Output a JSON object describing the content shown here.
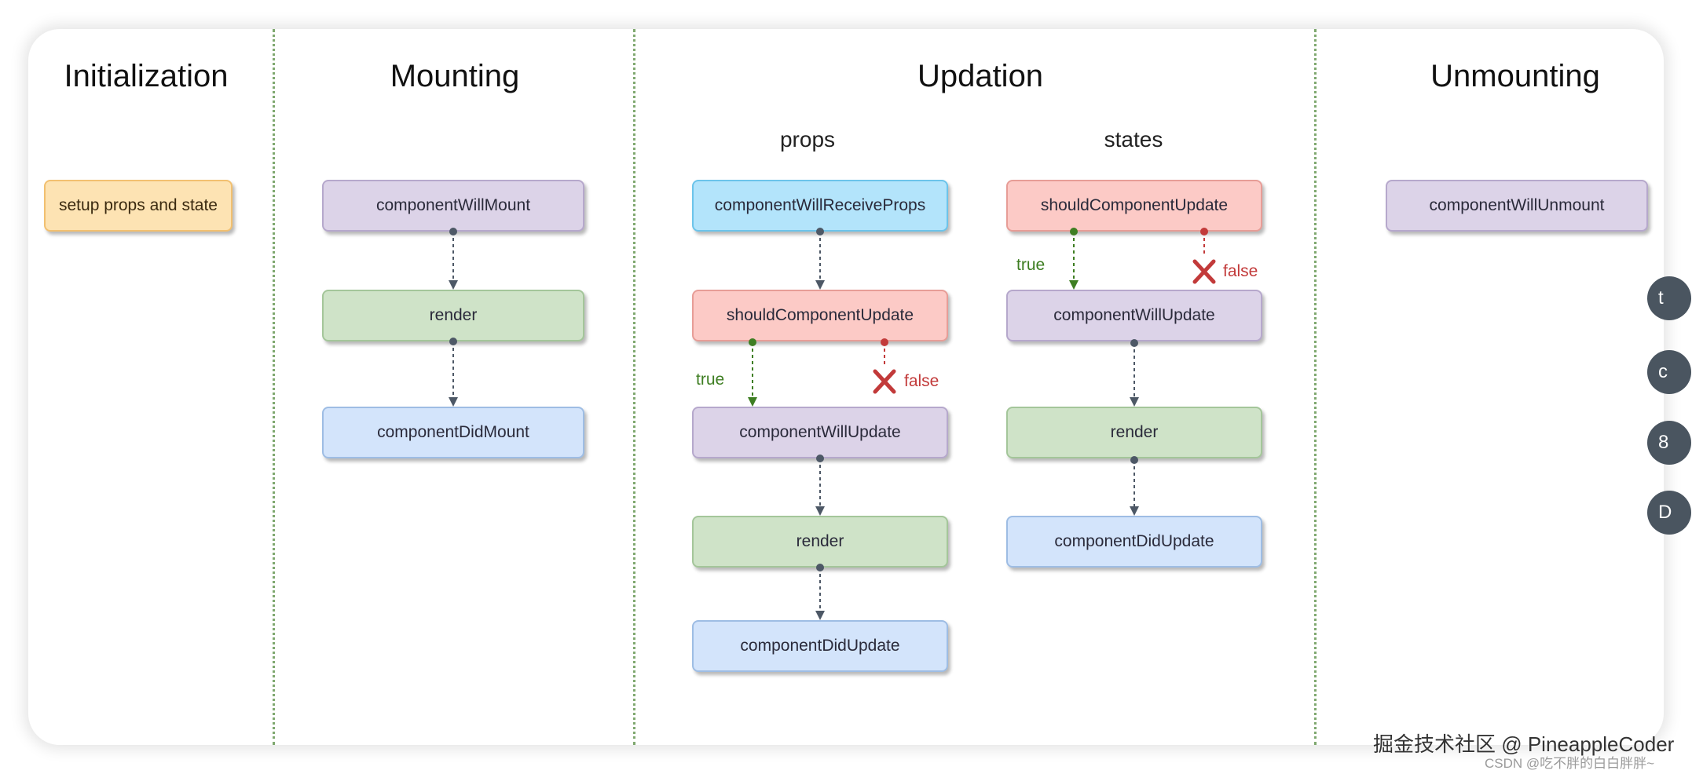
{
  "phases": {
    "initialization": "Initialization",
    "mounting": "Mounting",
    "updation": "Updation",
    "unmounting": "Unmounting"
  },
  "updation_sub": {
    "props": "props",
    "states": "states"
  },
  "initialization_box": "setup props and state",
  "mounting_boxes": {
    "will_mount": "componentWillMount",
    "render": "render",
    "did_mount": "componentDidMount"
  },
  "props_boxes": {
    "will_receive_props": "componentWillReceiveProps",
    "should_update": "shouldComponentUpdate",
    "will_update": "componentWillUpdate",
    "render": "render",
    "did_update": "componentDidUpdate"
  },
  "states_boxes": {
    "should_update": "shouldComponentUpdate",
    "will_update": "componentWillUpdate",
    "render": "render",
    "did_update": "componentDidUpdate"
  },
  "unmounting_box": "componentWillUnmount",
  "conditions": {
    "true_label": "true",
    "false_label": "false"
  },
  "colors": {
    "purple": "#dcd3e8",
    "green": "#cfe3c8",
    "blue": "#d3e4fb",
    "cyan": "#b3e4fb",
    "red": "#fccac6",
    "orange": "#fde3b3",
    "true_color": "#3e7e22",
    "false_color": "#c23a3a"
  },
  "watermark": "掘金技术社区 @ PineappleCoder",
  "watermark_small": "CSDN @吃不胖的白白胖胖~",
  "side_buttons": [
    "t",
    "c",
    "8",
    "D"
  ]
}
